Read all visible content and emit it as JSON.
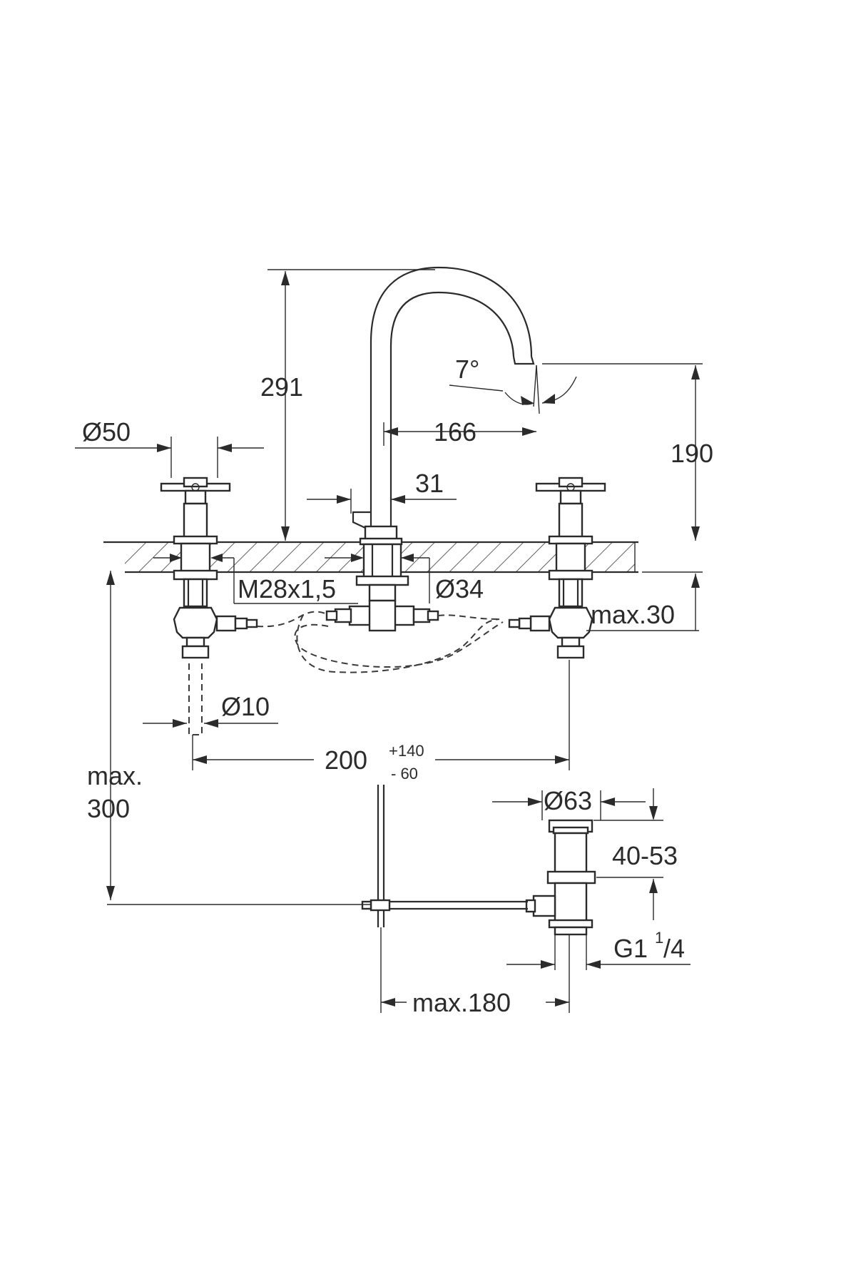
{
  "dimensions": {
    "spout_height_total": "291",
    "handle_diameter": "Ø50",
    "spout_angle": "7°",
    "spout_reach": "166",
    "spout_clearance_height": "190",
    "spout_base_offset": "31",
    "thread": "M28x1,5",
    "hole_diameter": "Ø34",
    "max_deck_thickness": "max.30",
    "supply_pipe_diameter": "Ø10",
    "handle_spacing_nominal": "200",
    "handle_spacing_plus": "+140",
    "handle_spacing_minus": "- 60",
    "max_depth_line1": "max.",
    "max_depth_line2": "300",
    "waste_diameter": "Ø63",
    "waste_height_range": "40-53",
    "waste_thread_main": "G1",
    "waste_thread_num": "1",
    "waste_thread_den": "/4",
    "rod_reach": "max.180"
  },
  "colors": {
    "line": "#2b2b2b",
    "background": "#ffffff"
  }
}
